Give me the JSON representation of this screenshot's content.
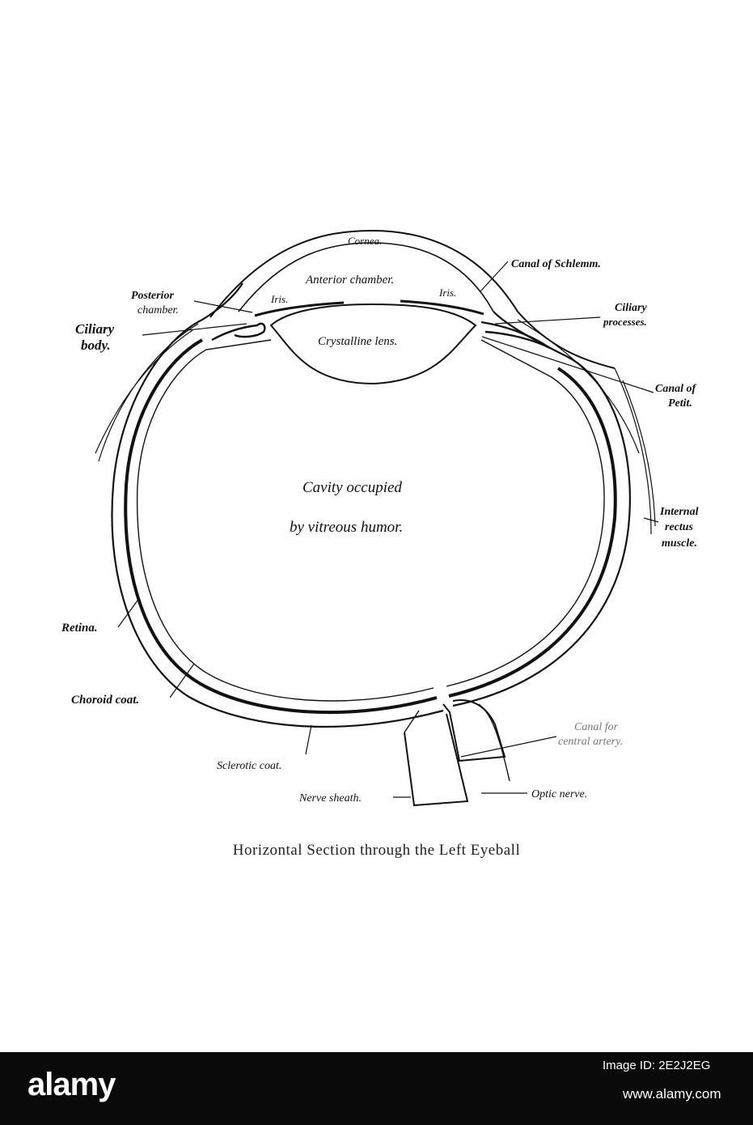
{
  "diagram": {
    "caption": "Horizontal Section through the Left Eyeball",
    "labels": {
      "cornea": "Cornea.",
      "canal_of_schlemm": "Canal of Schlemm.",
      "anterior_chamber": "Anterior chamber.",
      "posterior_chamber_1": "Posterior",
      "posterior_chamber_2": "chamber.",
      "iris_left": "Iris.",
      "iris_right": "Iris.",
      "ciliary_processes_1": "Ciliary",
      "ciliary_processes_2": "processes.",
      "ciliary_body_1": "Ciliary",
      "ciliary_body_2": "body.",
      "crystalline_lens": "Crystalline lens.",
      "canal_of_petit_1": "Canal of",
      "canal_of_petit_2": "Petit.",
      "cavity_1": "Cavity occupied",
      "cavity_2": "by vitreous humor.",
      "internal_rectus_1": "Internal",
      "internal_rectus_2": "rectus",
      "internal_rectus_3": "muscle.",
      "retina": "Retina.",
      "choroid_coat": "Choroid coat.",
      "canal_central_artery_1": "Canal for",
      "canal_central_artery_2": "central artery.",
      "sclerotic_coat": "Sclerotic coat.",
      "nerve_sheath": "Nerve sheath.",
      "optic_nerve": "Optic nerve."
    }
  },
  "footer": {
    "brand": "alamy",
    "image_id": "Image ID: 2E2J2EG",
    "url": "www.alamy.com"
  }
}
